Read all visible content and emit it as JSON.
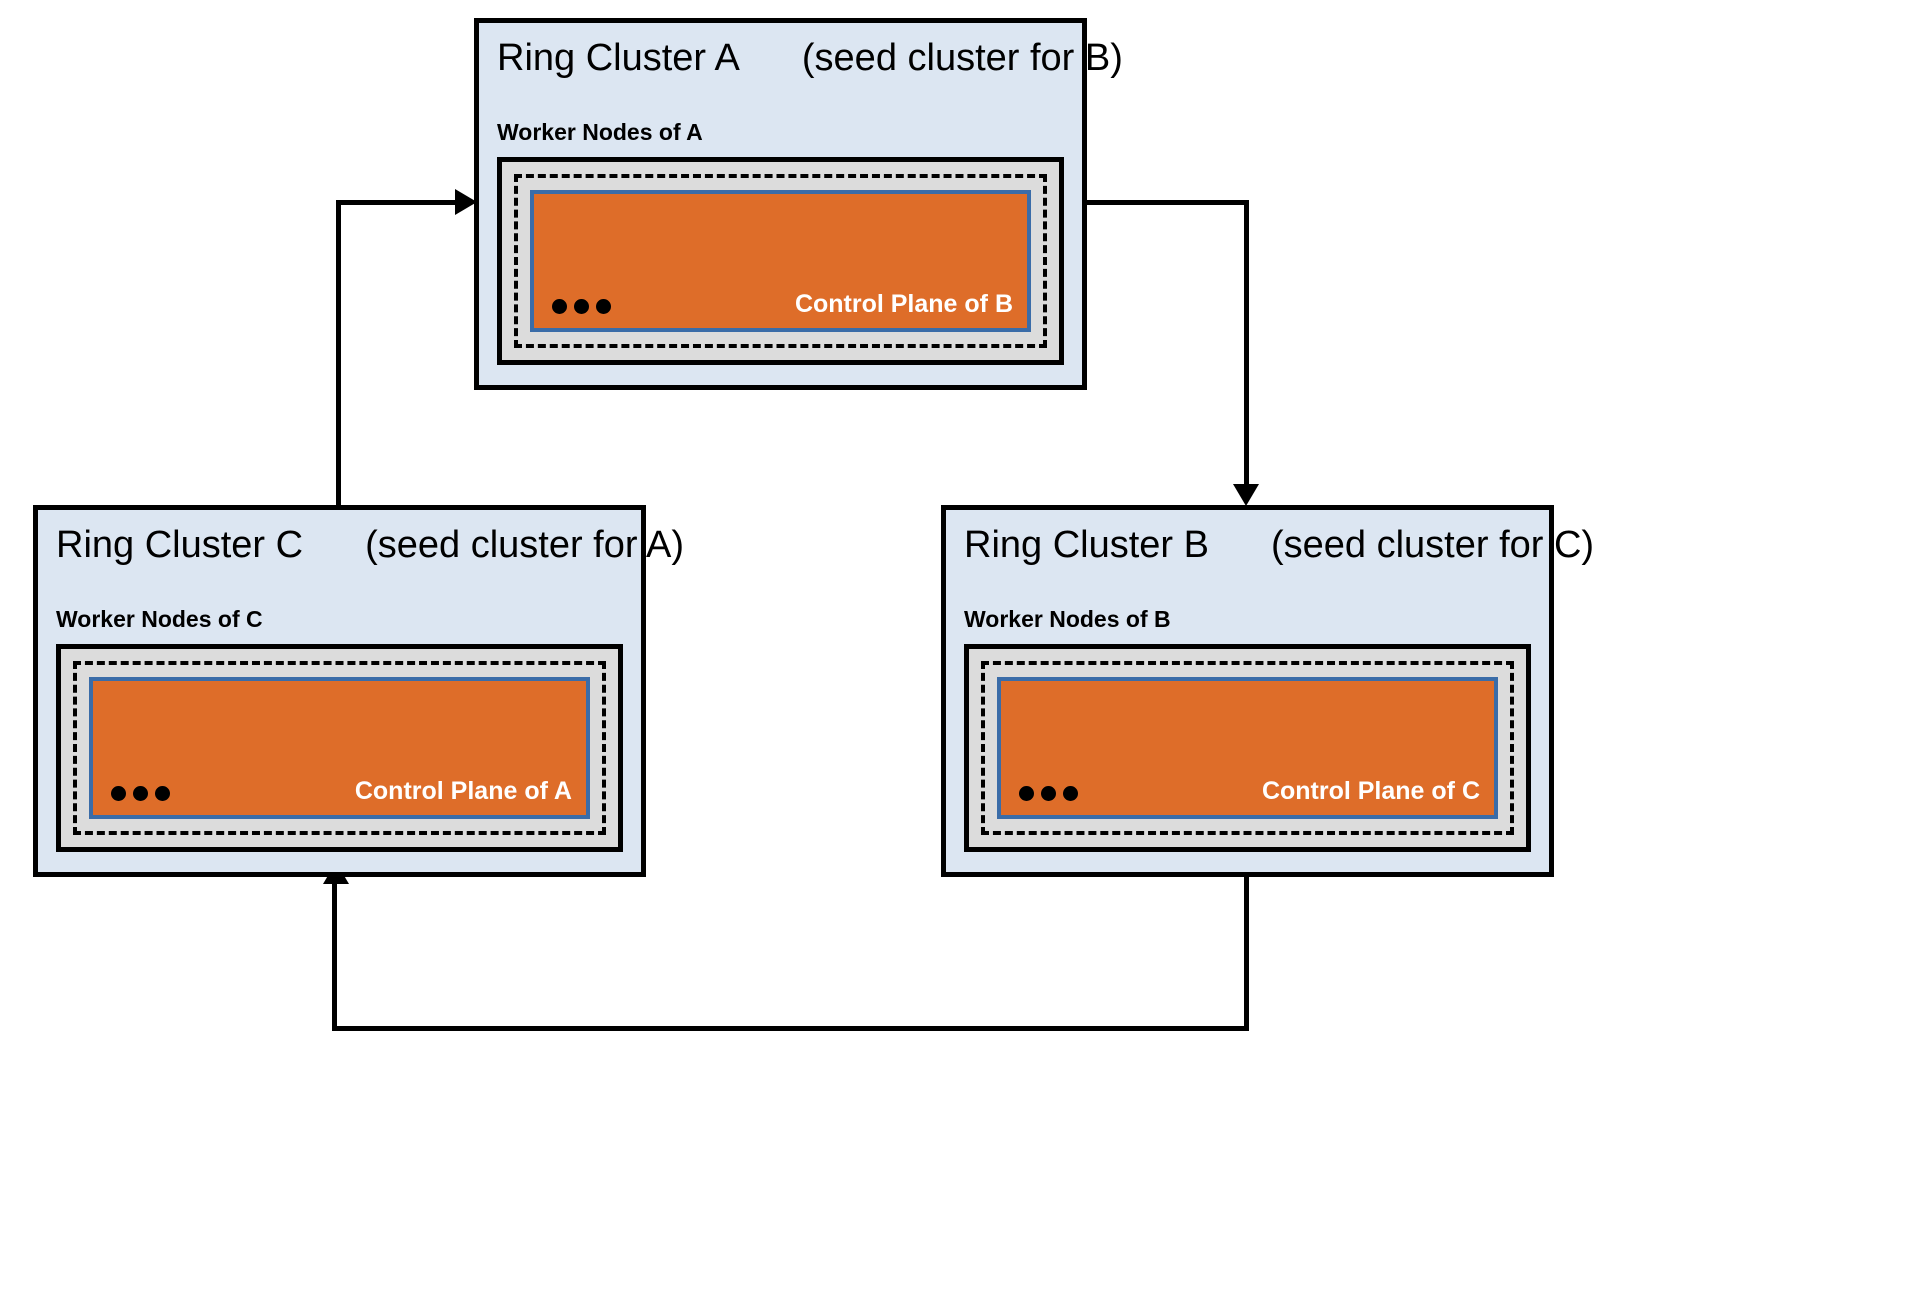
{
  "diagram": {
    "title": "Ring cluster topology",
    "colors": {
      "cluster_background": "#dce6f2",
      "worker_background": "#dcdcdc",
      "control_plane_fill": "#de6d29",
      "control_plane_border": "#3a6ca8",
      "outline": "#000000",
      "label_text": "#ffffff"
    },
    "clusters": [
      {
        "id": "A",
        "name": "Ring Cluster A",
        "seed_note": "(seed cluster for B)",
        "worker_label": "Worker Nodes of A",
        "control_plane_label": "Control Plane of B",
        "ellipsis": "•••"
      },
      {
        "id": "C",
        "name": "Ring Cluster C",
        "seed_note": "(seed cluster for A)",
        "worker_label": "Worker Nodes of C",
        "control_plane_label": "Control Plane of A",
        "ellipsis": "•••"
      },
      {
        "id": "B",
        "name": "Ring Cluster B",
        "seed_note": "(seed cluster for C)",
        "worker_label": "Worker Nodes of B",
        "control_plane_label": "Control Plane of C",
        "ellipsis": "•••"
      }
    ],
    "connections": [
      {
        "from": "A",
        "to": "B",
        "direction": "down"
      },
      {
        "from": "B",
        "to": "C",
        "direction": "up"
      },
      {
        "from": "C",
        "to": "A",
        "direction": "right"
      }
    ]
  }
}
